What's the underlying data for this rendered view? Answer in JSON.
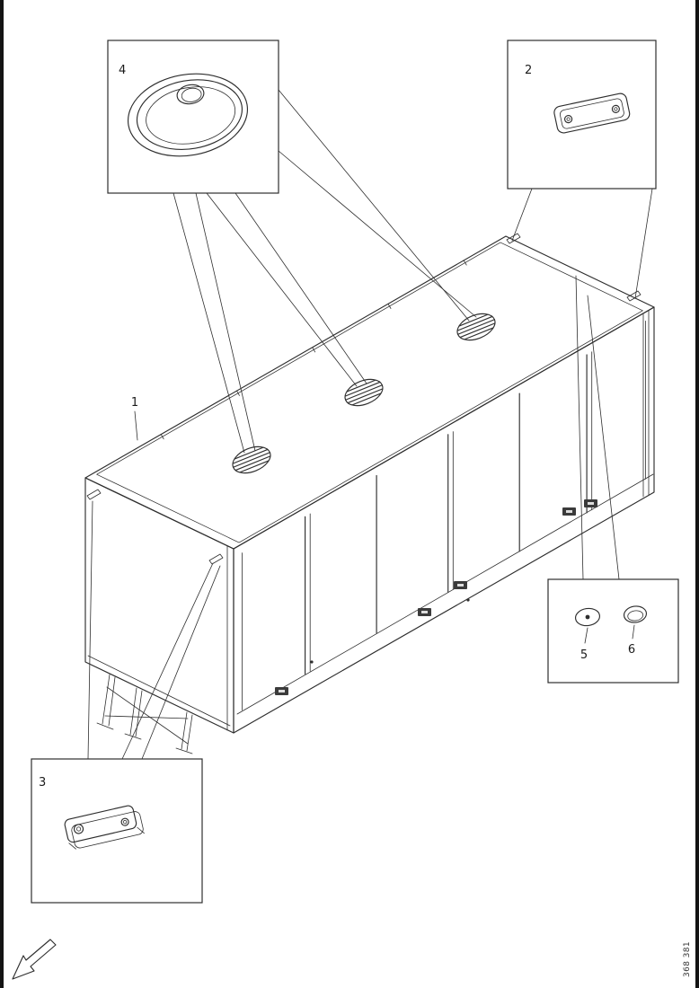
{
  "colors": {
    "line_color": "#2e2e2e",
    "edge_bar_color": "#141414",
    "page_background": "#ffffff",
    "handle_color": "#3b3b3b",
    "label_color": "#1a1a1a"
  },
  "labels": {
    "part_1": "1",
    "part_2": "2",
    "part_3": "3",
    "part_4": "4",
    "part_5": "5",
    "part_6": "6"
  },
  "figure_number": "368 381"
}
